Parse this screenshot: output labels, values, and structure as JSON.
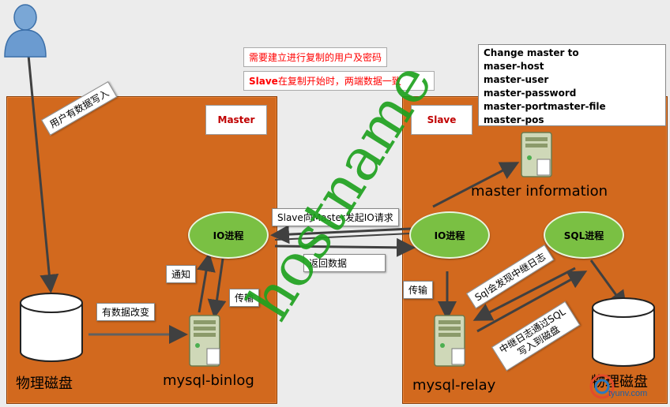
{
  "notes": {
    "create_user": "需要建立进行复制的用户及密码",
    "consistency_prefix": "Slave",
    "consistency_rest": "在复制开始时，两端数据一致"
  },
  "commands": {
    "lines": [
      "Change master to",
      "maser-host",
      "master-user",
      "master-password",
      "master-portmaster-file",
      "master-pos"
    ]
  },
  "master": {
    "title": "Master",
    "user_write_label": "用户有数据写入",
    "io_process": "IO进程",
    "notify_label": "通知",
    "transfer_label": "传输",
    "data_change_label": "有数据改变",
    "disk_label": "物理磁盘",
    "binlog_label": "mysql-binlog"
  },
  "slave": {
    "title": "Slave",
    "info_label": "master information",
    "io_process": "IO进程",
    "sql_process": "SQL进程",
    "transfer_label": "传输",
    "sql_detect_label": "Sql会发现中继日志",
    "relay_write_label": "中继日志通过SQL\n写入到磁盘",
    "relay_label": "mysql-relay",
    "disk_label": "物理磁盘"
  },
  "middle": {
    "request_label": "Slave向Master发起IO请求",
    "return_label": "返回数据"
  },
  "watermark": "hostname",
  "logo": {
    "text": "tyunv.com"
  },
  "colors": {
    "panel": "#d2691e",
    "process_green": "#7ac043",
    "watermark_green": "#1fa21f",
    "note_red": "#ff0000",
    "title_red": "#c00000"
  }
}
